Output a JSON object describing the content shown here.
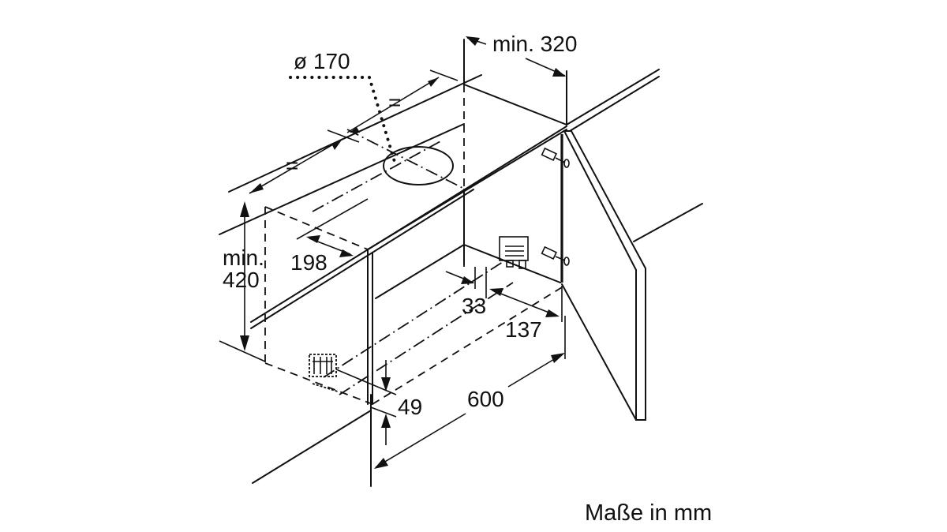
{
  "diagram": {
    "title": "Built-in hood installation dimensions",
    "caption": "Maße in mm",
    "dimensions": {
      "duct_diameter": "ø 170",
      "min_depth": "min. 320",
      "min_height_line1": "min.",
      "min_height_line2": "420",
      "front_offset": "198",
      "offset_33": "33",
      "offset_137": "137",
      "width": "600",
      "bottom_offset": "49",
      "equal_left": "=",
      "equal_right": "="
    },
    "colors": {
      "line": "#111111",
      "background": "#ffffff"
    }
  }
}
